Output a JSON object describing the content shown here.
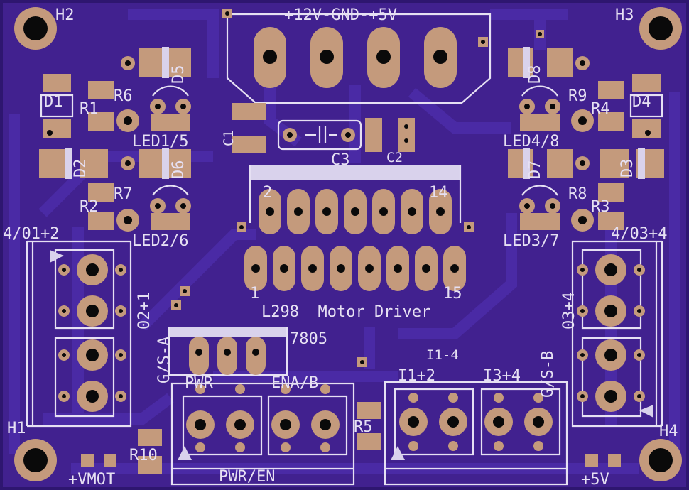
{
  "board": {
    "mounting_holes": [
      "H1",
      "H2",
      "H3",
      "H4"
    ],
    "power_header": "+12V-GND-+5V",
    "ic_label": "L298  Motor Driver",
    "ic_pin_first_top": "2",
    "ic_pin_last_top": "14",
    "ic_pin_first_bottom": "1",
    "ic_pin_last_bottom": "15",
    "regulator": "7805",
    "left_terminal_top": "4/01+2",
    "right_terminal_top": "4/03+4",
    "left_terminal_side": "02+1",
    "right_terminal_side": "03+4",
    "left_sense": "G/S-A",
    "right_sense": "G/S-B",
    "pwr_label": "PWR",
    "ena_label": "ENA/B",
    "pwr_en_label": "PWR/EN",
    "inputs_label": "I1-4",
    "in12_label": "I1+2",
    "in34_label": "I3+4",
    "vmot_label": "+VMOT",
    "v5_label": "+5V",
    "components": {
      "d1": "D1",
      "d2": "D2",
      "d3": "D3",
      "d4": "D4",
      "d5": "D5",
      "d6": "D6",
      "d7": "D7",
      "d8": "D8",
      "r1": "R1",
      "r2": "R2",
      "r3": "R3",
      "r4": "R4",
      "r5": "R5",
      "r6": "R6",
      "r7": "R7",
      "r8": "R8",
      "r9": "R9",
      "r10": "R10",
      "led15": "LED1/5",
      "led26": "LED2/6",
      "led37": "LED3/7",
      "led48": "LED4/8",
      "c1": "C1",
      "c2": "C2",
      "c3": "C3"
    }
  }
}
